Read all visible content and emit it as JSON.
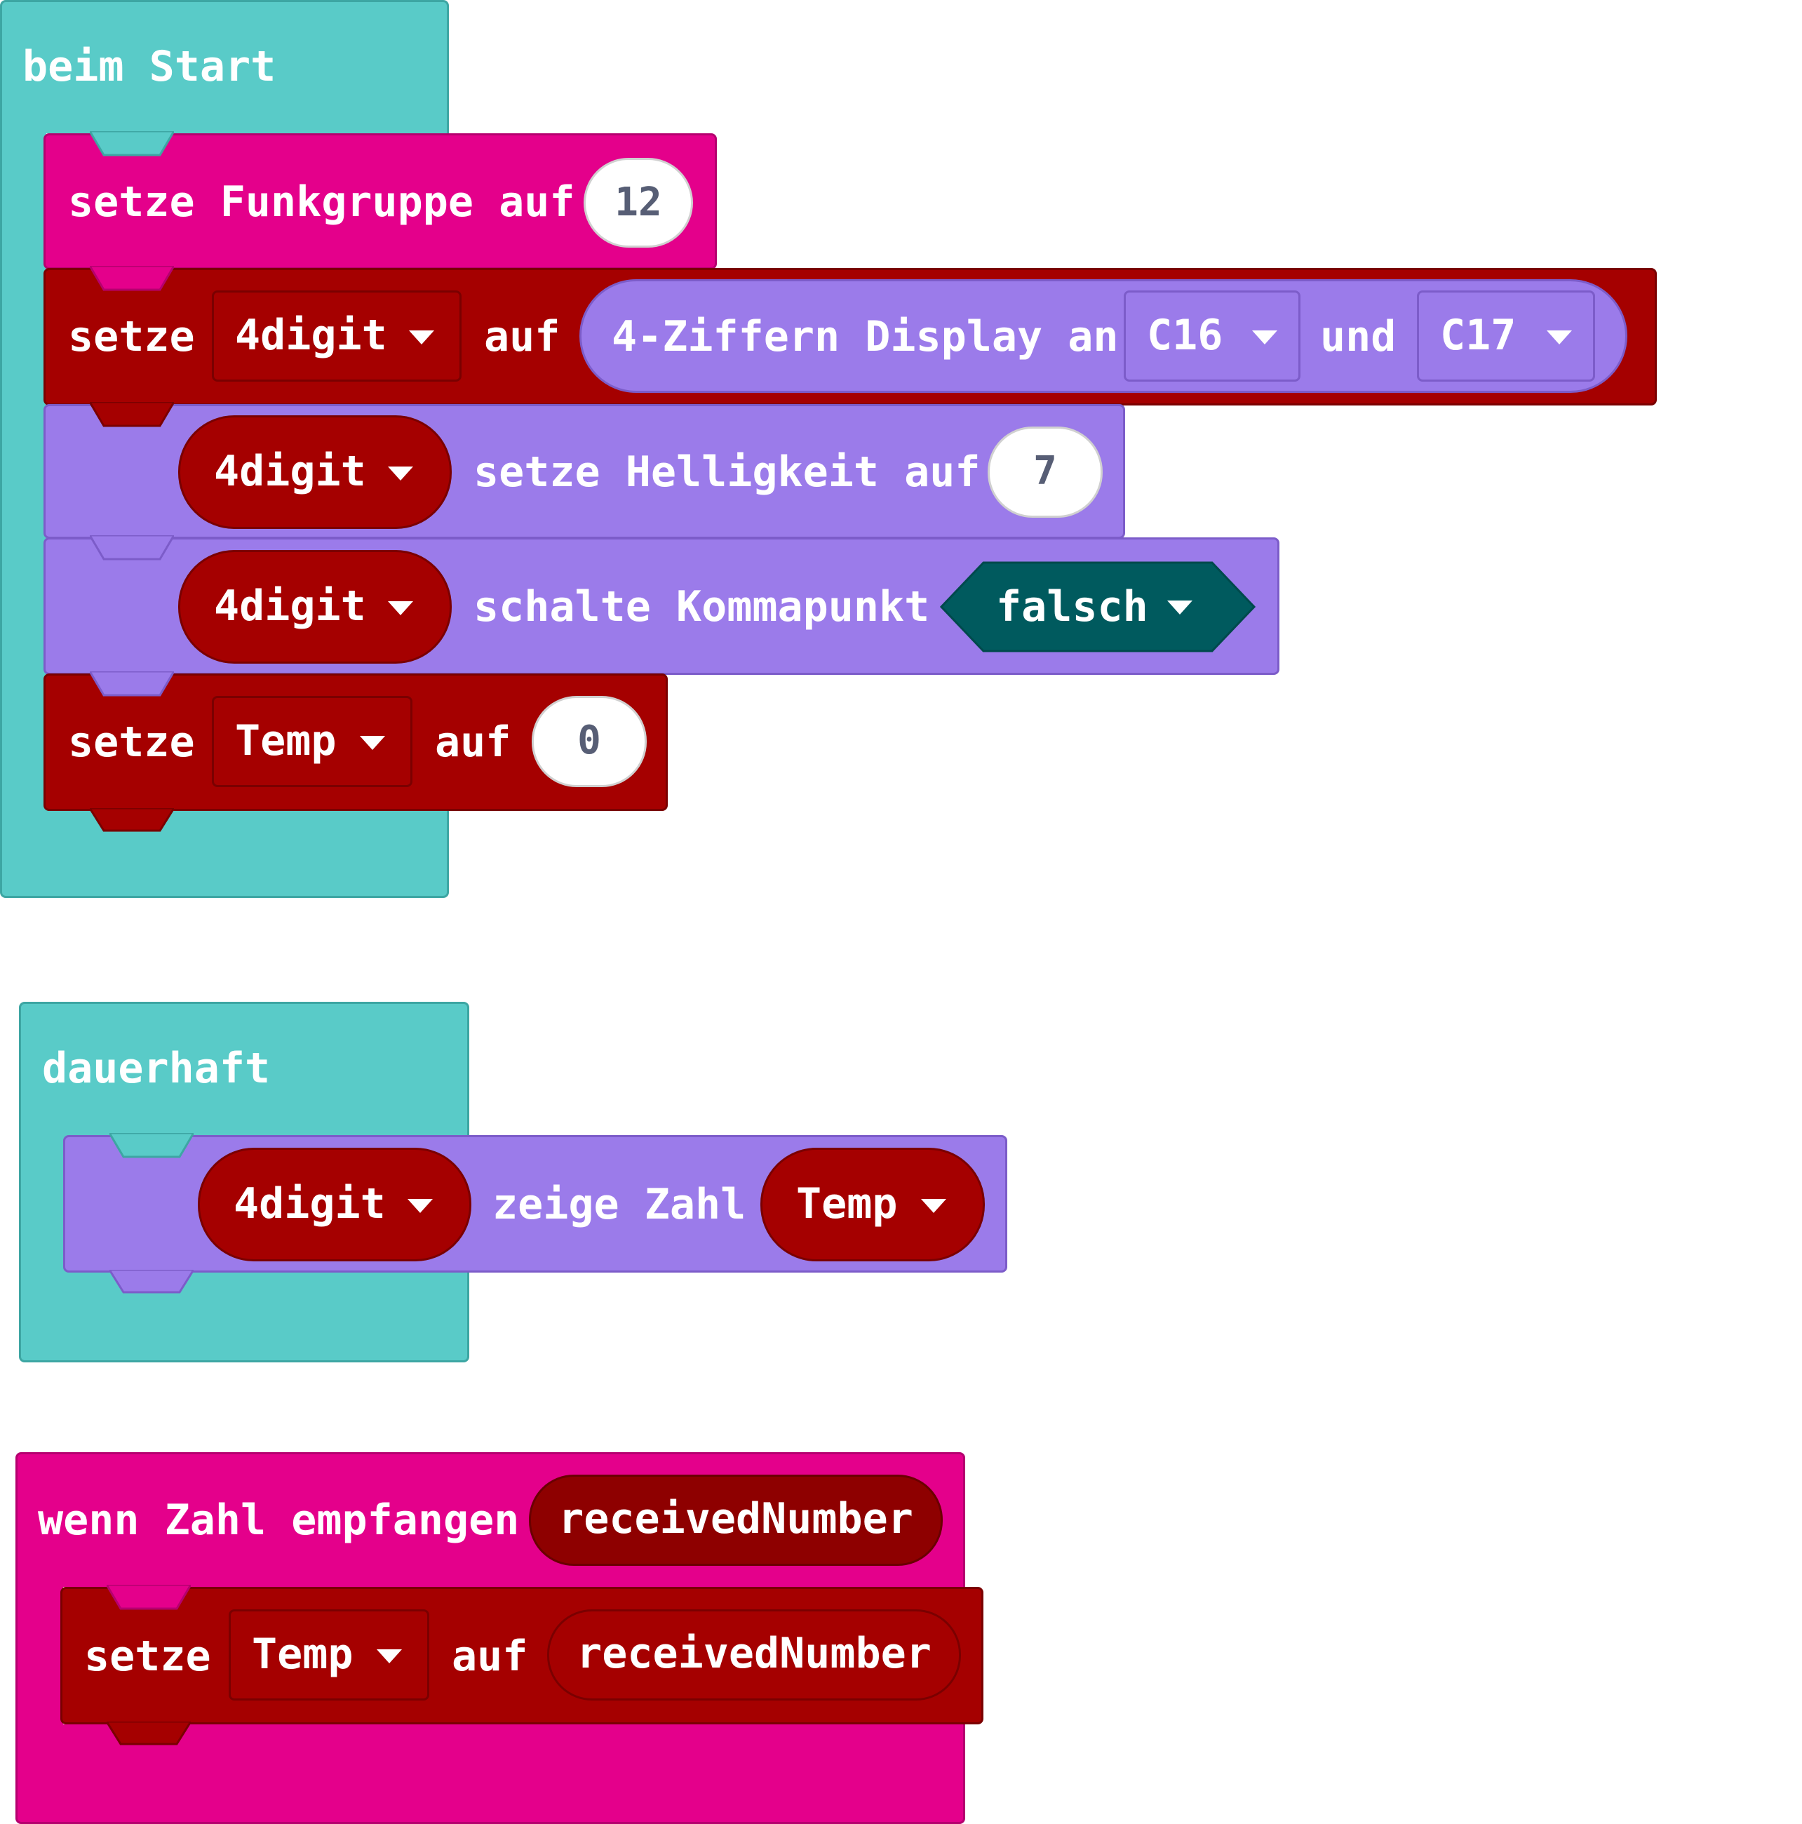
{
  "start_block": {
    "title": "beim Start",
    "radio_group": {
      "label": "setze Funkgruppe auf",
      "value": "12"
    },
    "set_4digit": {
      "set_label": "setze",
      "var": "4digit",
      "to_label": "auf",
      "display_label": "4-Ziffern Display an",
      "pin1": "C16",
      "and_label": "und",
      "pin2": "C17"
    },
    "brightness": {
      "var": "4digit",
      "label": "setze Helligkeit auf",
      "value": "7"
    },
    "point": {
      "var": "4digit",
      "label": "schalte Kommapunkt",
      "value": "falsch"
    },
    "set_temp": {
      "set_label": "setze",
      "var": "Temp",
      "to_label": "auf",
      "value": "0"
    }
  },
  "forever_block": {
    "title": "dauerhaft",
    "show_number": {
      "var": "4digit",
      "label": "zeige Zahl",
      "value_var": "Temp"
    }
  },
  "radio_block": {
    "title": "wenn Zahl empfangen",
    "param": "receivedNumber",
    "set_temp": {
      "set_label": "setze",
      "var": "Temp",
      "to_label": "auf",
      "value": "receivedNumber"
    }
  },
  "colors": {
    "event_teal": "#59cbc8",
    "radio_pink": "#e4008b",
    "variables_red": "#a50000",
    "display_purple": "#9b7bea",
    "logic_dark_teal": "#005a5e"
  }
}
